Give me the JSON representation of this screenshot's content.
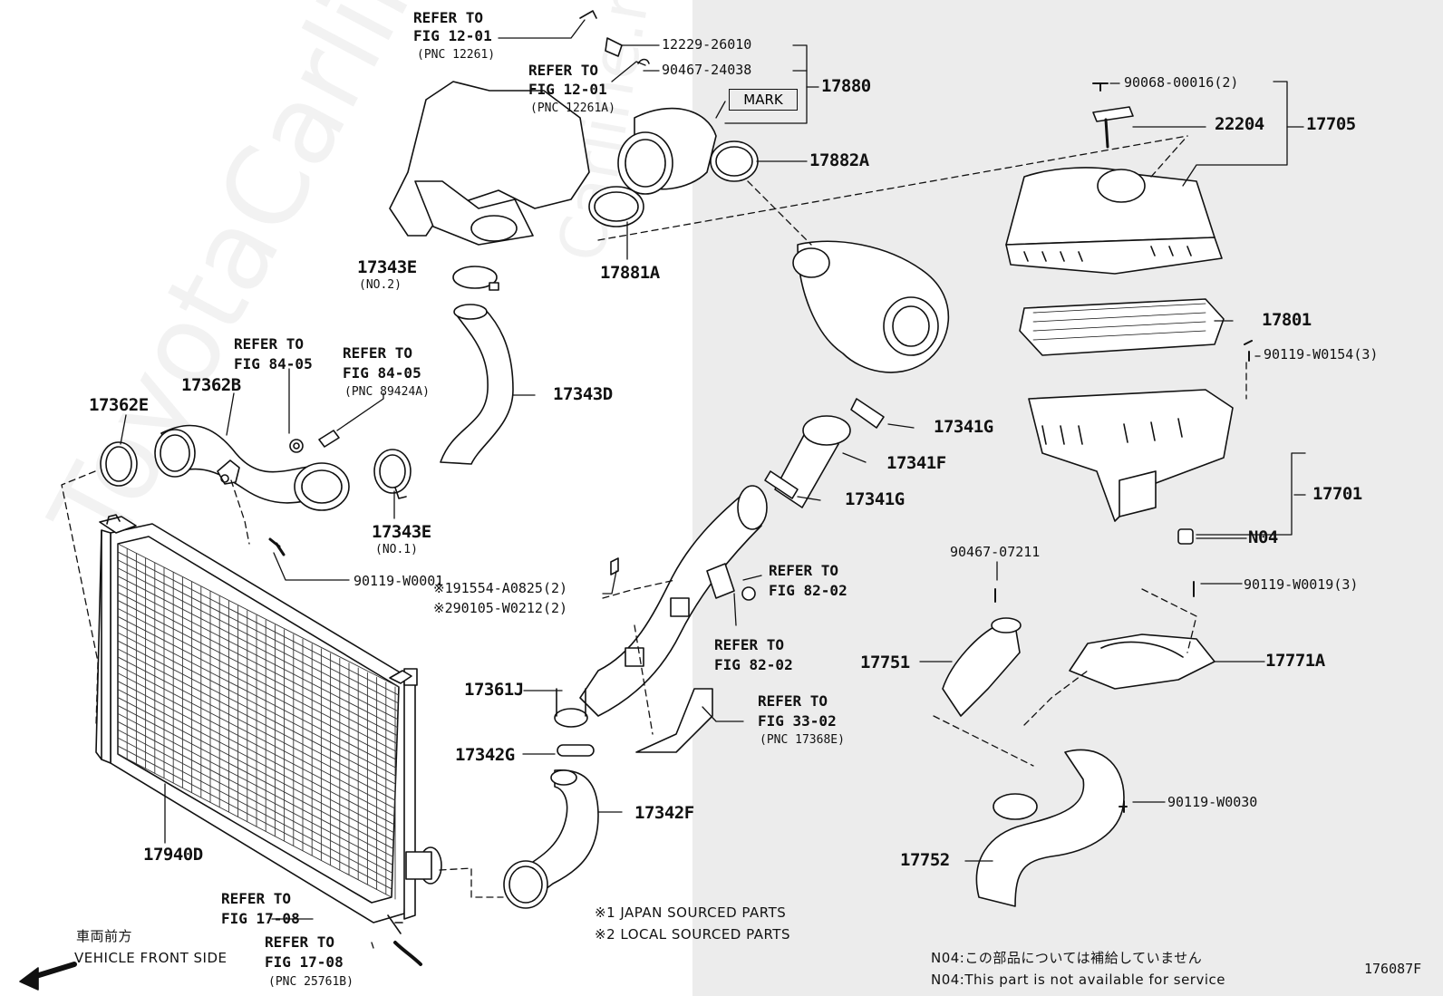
{
  "watermark": {
    "brand": "ToyotaCarline",
    "site": "Carline.ru"
  },
  "top_assembly": {
    "refer_a": {
      "l1": "REFER TO",
      "l2": "FIG 12-01",
      "l3": "(PNC 12261)"
    },
    "refer_b": {
      "l1": "REFER TO",
      "l2": "FIG 12-01",
      "l3": "(PNC 12261A)"
    },
    "p12229": "12229-26010",
    "p90467_24038": "90467-24038",
    "mark": "MARK",
    "p17880": "17880",
    "p17882A": "17882A",
    "p17881A": "17881A"
  },
  "air_cleaner": {
    "p90068": "90068-00016(2)",
    "p22204": "22204",
    "p17705": "17705",
    "p17801": "17801",
    "p90119_W0154": "90119-W0154(3)",
    "p17701": "17701",
    "pN04": "N04",
    "p90467_07211": "90467-07211",
    "p90119_W0019": "90119-W0019(3)",
    "p17751": "17751",
    "p17771A": "17771A",
    "p90119_W0030": "90119-W0030",
    "p17752": "17752"
  },
  "turbo_pipes": {
    "p17343E_top": "17343E",
    "no2": "(NO.2)",
    "p17343D": "17343D",
    "p17341G_a": "17341G",
    "p17341F": "17341F",
    "p17341G_b": "17341G",
    "mark1": "※191554-A0825(2)",
    "mark2": "※290105-W0212(2)",
    "refer_82_a": {
      "l1": "REFER TO",
      "l2": "FIG 82-02"
    },
    "refer_82_b": {
      "l1": "REFER TO",
      "l2": "FIG 82-02"
    },
    "refer_33": {
      "l1": "REFER TO",
      "l2": "FIG 33-02",
      "l3": "(PNC 17368E)"
    },
    "p17361J": "17361J",
    "p17342G": "17342G",
    "p17342F": "17342F"
  },
  "intercooler": {
    "refer_84_a": {
      "l1": "REFER TO",
      "l2": "FIG 84-05"
    },
    "refer_84_b": {
      "l1": "REFER TO",
      "l2": "FIG 84-05",
      "l3": "(PNC 89424A)"
    },
    "p17362B": "17362B",
    "p17362E": "17362E",
    "p17343E_bottom": "17343E",
    "no1": "(NO.1)",
    "p90119_W0001": "90119-W0001",
    "p17940D": "17940D",
    "refer_17_a": {
      "l1": "REFER TO",
      "l2": "FIG 17-08"
    },
    "refer_17_b": {
      "l1": "REFER TO",
      "l2": "FIG 17-08",
      "l3": "(PNC 25761B)"
    }
  },
  "footer": {
    "front_jp": "車両前方",
    "front_en": "VEHICLE FRONT SIDE",
    "note1": "※1 JAPAN SOURCED PARTS",
    "note2": "※2 LOCAL SOURCED PARTS",
    "n04_jp": "N04:この部品については補給していません",
    "n04_en": "N04:This part is not available for service",
    "fig_code": "176087F"
  }
}
